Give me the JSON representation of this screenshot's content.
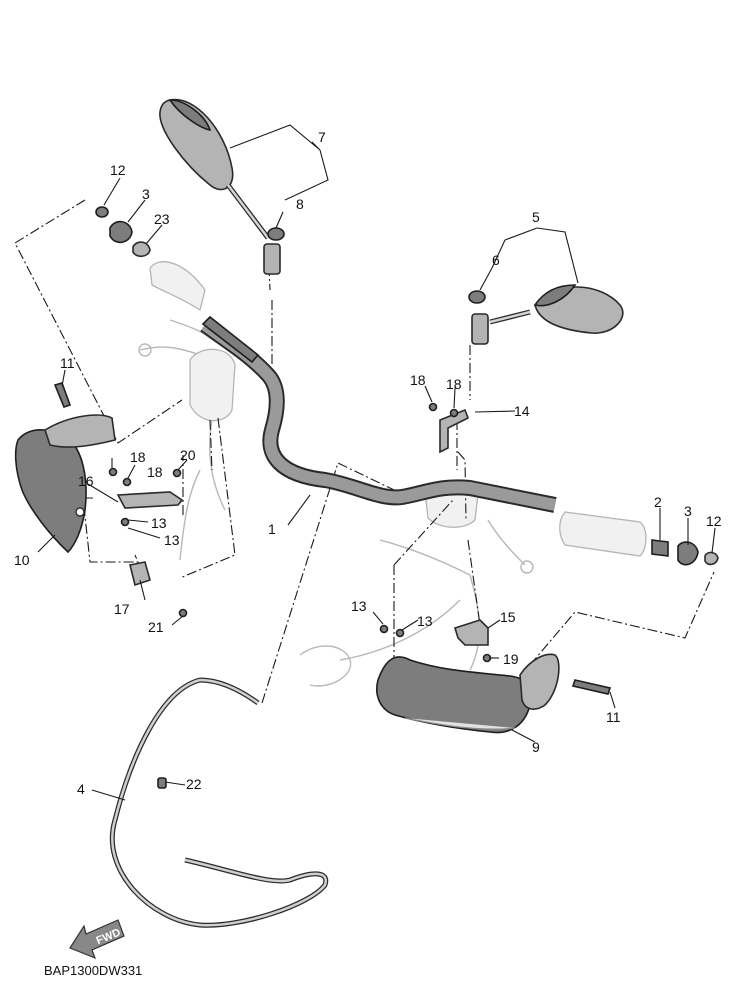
{
  "diagram": {
    "drawing_code": "BAP1300DW331",
    "fwd_label": "FWD",
    "callouts": [
      {
        "id": "c1",
        "label": "1"
      },
      {
        "id": "c2",
        "label": "2"
      },
      {
        "id": "c3a",
        "label": "3"
      },
      {
        "id": "c3b",
        "label": "3"
      },
      {
        "id": "c4",
        "label": "4"
      },
      {
        "id": "c5",
        "label": "5"
      },
      {
        "id": "c6",
        "label": "6"
      },
      {
        "id": "c7",
        "label": "7"
      },
      {
        "id": "c8",
        "label": "8"
      },
      {
        "id": "c9",
        "label": "9"
      },
      {
        "id": "c10",
        "label": "10"
      },
      {
        "id": "c11a",
        "label": "11"
      },
      {
        "id": "c11b",
        "label": "11"
      },
      {
        "id": "c12a",
        "label": "12"
      },
      {
        "id": "c12b",
        "label": "12"
      },
      {
        "id": "c13a",
        "label": "13"
      },
      {
        "id": "c13b",
        "label": "13"
      },
      {
        "id": "c13c",
        "label": "13"
      },
      {
        "id": "c13d",
        "label": "13"
      },
      {
        "id": "c14",
        "label": "14"
      },
      {
        "id": "c15",
        "label": "15"
      },
      {
        "id": "c16",
        "label": "16"
      },
      {
        "id": "c17",
        "label": "17"
      },
      {
        "id": "c18a",
        "label": "18"
      },
      {
        "id": "c18b",
        "label": "18"
      },
      {
        "id": "c18c",
        "label": "18"
      },
      {
        "id": "c18d",
        "label": "18"
      },
      {
        "id": "c19",
        "label": "19"
      },
      {
        "id": "c20",
        "label": "20"
      },
      {
        "id": "c21",
        "label": "21"
      },
      {
        "id": "c22",
        "label": "22"
      },
      {
        "id": "c23",
        "label": "23"
      }
    ]
  }
}
